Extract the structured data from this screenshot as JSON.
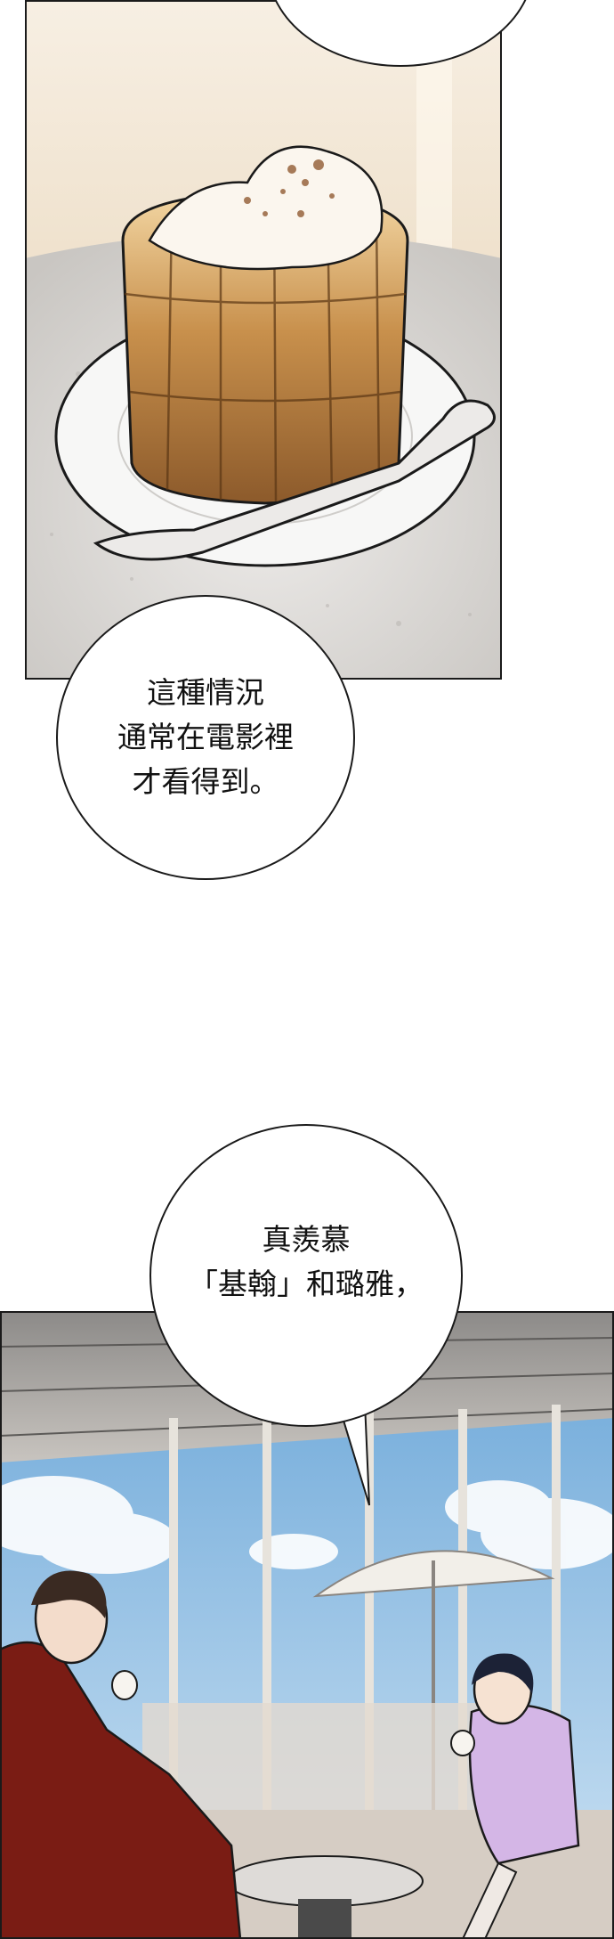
{
  "bubbles": {
    "b1": {
      "lines": [
        "這種情況",
        "通常在電影裡",
        "才看得到。"
      ]
    },
    "b2": {
      "lines": [
        "真羨慕",
        "「基翰」和璐雅，"
      ]
    }
  },
  "colors": {
    "ink": "#1a1a1a",
    "cream": "#f4ead8",
    "marble": "#d9d6d2",
    "latte": "#b07a3f",
    "sky": "#7fb3dc",
    "suit": "#7a1c14",
    "hoodie": "#d4b6e6"
  }
}
